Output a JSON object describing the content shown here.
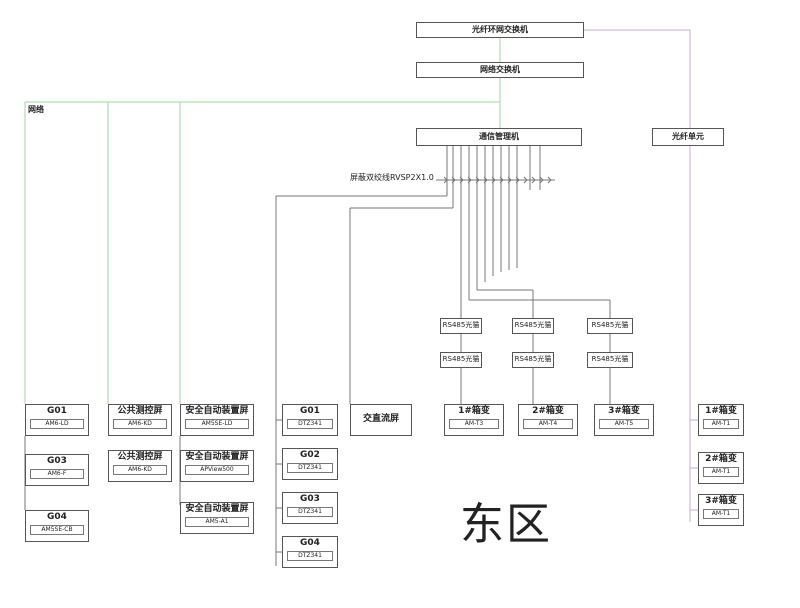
{
  "top": {
    "optical_switch": "光纤环网交换机",
    "network_switch": "网络交换机",
    "comm_manager": "通信管理机",
    "optical_unit": "光纤单元"
  },
  "labels": {
    "network": "网络",
    "shield_cable": "屏蔽双绞线RVSP2X1.0",
    "area": "东区"
  },
  "converters": [
    "RS485光猫",
    "RS485光猫",
    "RS485光猫",
    "RS485光猫",
    "RS485光猫",
    "RS485光猫"
  ],
  "groups": {
    "g1": [
      {
        "title": "G01",
        "model": "AM6-LD"
      },
      {
        "title": "G03",
        "model": "AM6-F"
      },
      {
        "title": "G04",
        "model": "AM5SE-CB"
      }
    ],
    "g2": [
      {
        "title": "公共测控屏",
        "model": "AM6-KD"
      },
      {
        "title": "公共测控屏",
        "model": "AM6-KD"
      }
    ],
    "g3": [
      {
        "title": "安全自动装置屏",
        "model": "AM5SE-LD"
      },
      {
        "title": "安全自动装置屏",
        "model": "APView500"
      },
      {
        "title": "安全自动装置屏",
        "model": "AM5-A1"
      }
    ],
    "g4": [
      {
        "title": "G01",
        "model": "DTZ341"
      },
      {
        "title": "G02",
        "model": "DTZ341"
      },
      {
        "title": "G03",
        "model": "DTZ341"
      },
      {
        "title": "G04",
        "model": "DTZ341"
      }
    ],
    "dc_screen": "交直流屏",
    "xfmr": [
      {
        "title": "1#箱变",
        "model": "AM-T3"
      },
      {
        "title": "2#箱变",
        "model": "AM-T4"
      },
      {
        "title": "3#箱变",
        "model": "AM-T5"
      }
    ],
    "right": [
      {
        "title": "1#箱变",
        "model": "AM-T1"
      },
      {
        "title": "2#箱变",
        "model": "AM-T1"
      },
      {
        "title": "3#箱变",
        "model": "AM-T1"
      }
    ]
  },
  "colors": {
    "wire_green": "#9fd79f",
    "wire_violet": "#c9a8dc",
    "wire_gray": "#777777"
  }
}
